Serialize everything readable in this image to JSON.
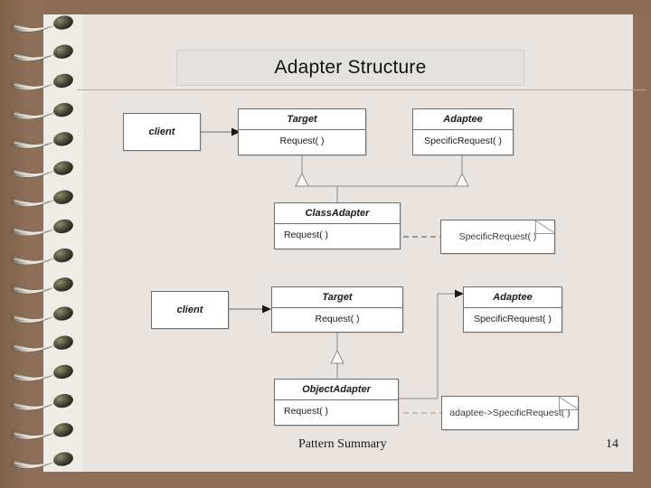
{
  "slide": {
    "title": "Adapter Structure",
    "footer_label": "Pattern Summary",
    "page_number": "14",
    "background_color": "#8d6e58",
    "page_color": "#e9e4df",
    "title_banner_color": "#e4e2df",
    "rule_color": "#b8a893"
  },
  "diagram": {
    "type": "uml-class-diagram",
    "class_adapter": {
      "client": {
        "name": "client"
      },
      "target": {
        "name": "Target",
        "operations": [
          "Request( )"
        ]
      },
      "adaptee": {
        "name": "Adaptee",
        "operations": [
          "SpecificRequest( )"
        ]
      },
      "adapter": {
        "name": "ClassAdapter",
        "operations": [
          "Request( )"
        ]
      },
      "note": {
        "text": "SpecificRequest( )"
      }
    },
    "object_adapter": {
      "client": {
        "name": "client"
      },
      "target": {
        "name": "Target",
        "operations": [
          "Request( )"
        ]
      },
      "adaptee": {
        "name": "Adaptee",
        "operations": [
          "SpecificRequest( )"
        ]
      },
      "adapter": {
        "name": "ObjectAdapter",
        "operations": [
          "Request( )"
        ]
      },
      "note": {
        "text": "adaptee->SpecificRequest( )"
      }
    }
  }
}
